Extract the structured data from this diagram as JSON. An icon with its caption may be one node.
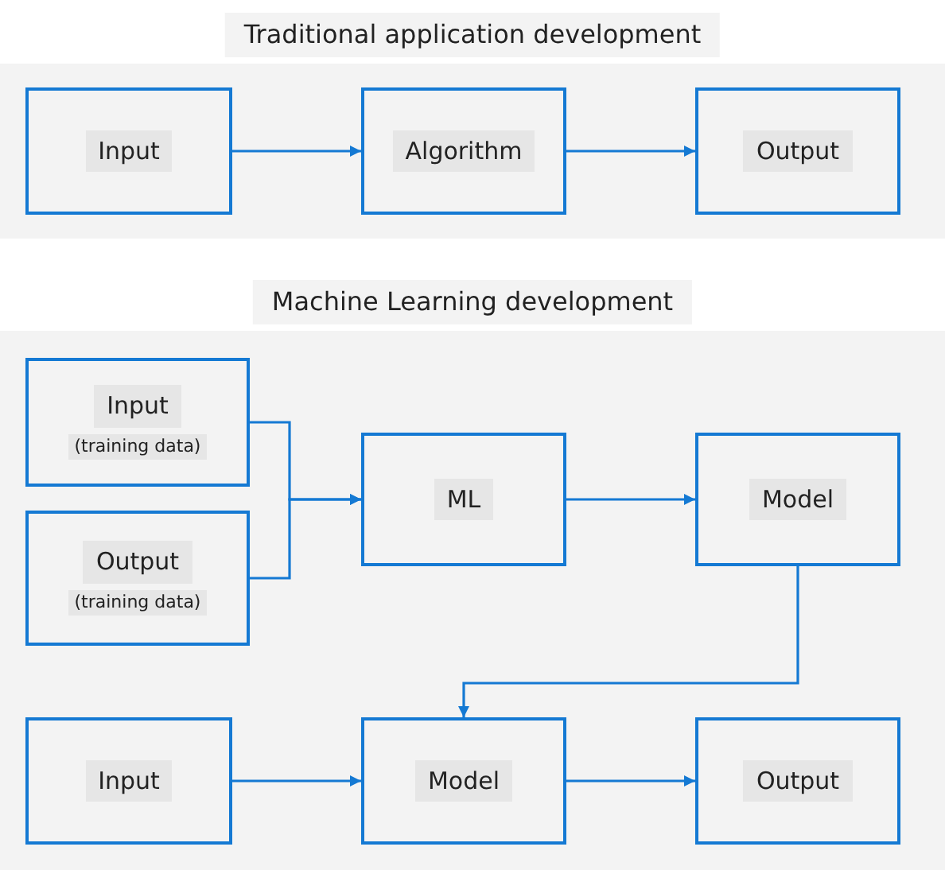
{
  "diagram": {
    "nodes": [
      {
        "text": [
          "Traditional application development"
        ]
      },
      {
        "text": [
          "Input"
        ],
        "in": 0
      },
      {
        "text": [
          "Algorithm"
        ],
        "in": 0
      },
      {
        "text": [
          "Output"
        ],
        "in": 0
      },
      {
        "text": [
          "Machine Learning development"
        ]
      },
      {
        "text": [
          "Input",
          "(training data)"
        ],
        "in": 4
      },
      {
        "text": [
          "Output",
          "(training data)"
        ],
        "in": 4
      },
      {
        "text": [
          "ML"
        ],
        "in": 4
      },
      {
        "text": [
          "Model"
        ],
        "in": 4
      },
      {
        "text": [
          "Input"
        ],
        "in": 4
      },
      {
        "text": [
          "Model"
        ],
        "in": 4
      },
      {
        "text": [
          "Output"
        ],
        "in": 4
      }
    ],
    "edges": [
      {
        "from": 1,
        "to": 2,
        "arrow": "to"
      },
      {
        "from": 2,
        "to": 3,
        "arrow": "to"
      },
      {
        "from": 5,
        "to": 7,
        "arrow": "to"
      },
      {
        "from": 6,
        "to": 7,
        "arrow": "to"
      },
      {
        "from": 7,
        "to": 8,
        "arrow": "to"
      },
      {
        "from": 8,
        "to": 10,
        "arrow": "to"
      },
      {
        "from": 9,
        "to": 10,
        "arrow": "to"
      },
      {
        "from": 10,
        "to": 11,
        "arrow": "to"
      }
    ]
  }
}
